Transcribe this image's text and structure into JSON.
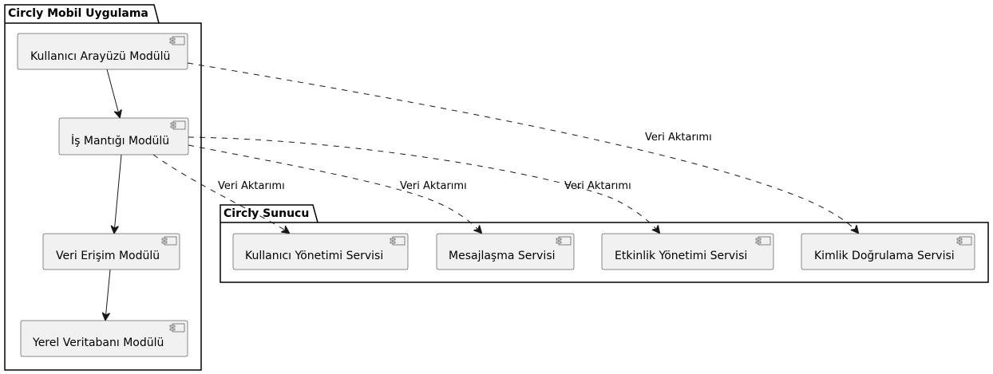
{
  "packages": {
    "mobile": {
      "title": "Circly Mobil Uygulama"
    },
    "server": {
      "title": "Circly Sunucu"
    }
  },
  "components": {
    "ui": "Kullanıcı Arayüzü Modülü",
    "logic": "İş Mantığı Modülü",
    "data_access": "Veri Erişim Modülü",
    "local_db": "Yerel Veritabanı Modülü",
    "user_mgmt": "Kullanıcı Yönetimi Servisi",
    "messaging": "Mesajlaşma Servisi",
    "events": "Etkinlik Yönetimi Servisi",
    "auth": "Kimlik Doğrulama Servisi"
  },
  "edges": {
    "ui_to_auth": "Veri Aktarımı",
    "logic_to_user_mgmt": "Veri Aktarımı",
    "logic_to_messaging": "Veri Aktarımı",
    "logic_to_events": "Veri Aktarımı"
  }
}
